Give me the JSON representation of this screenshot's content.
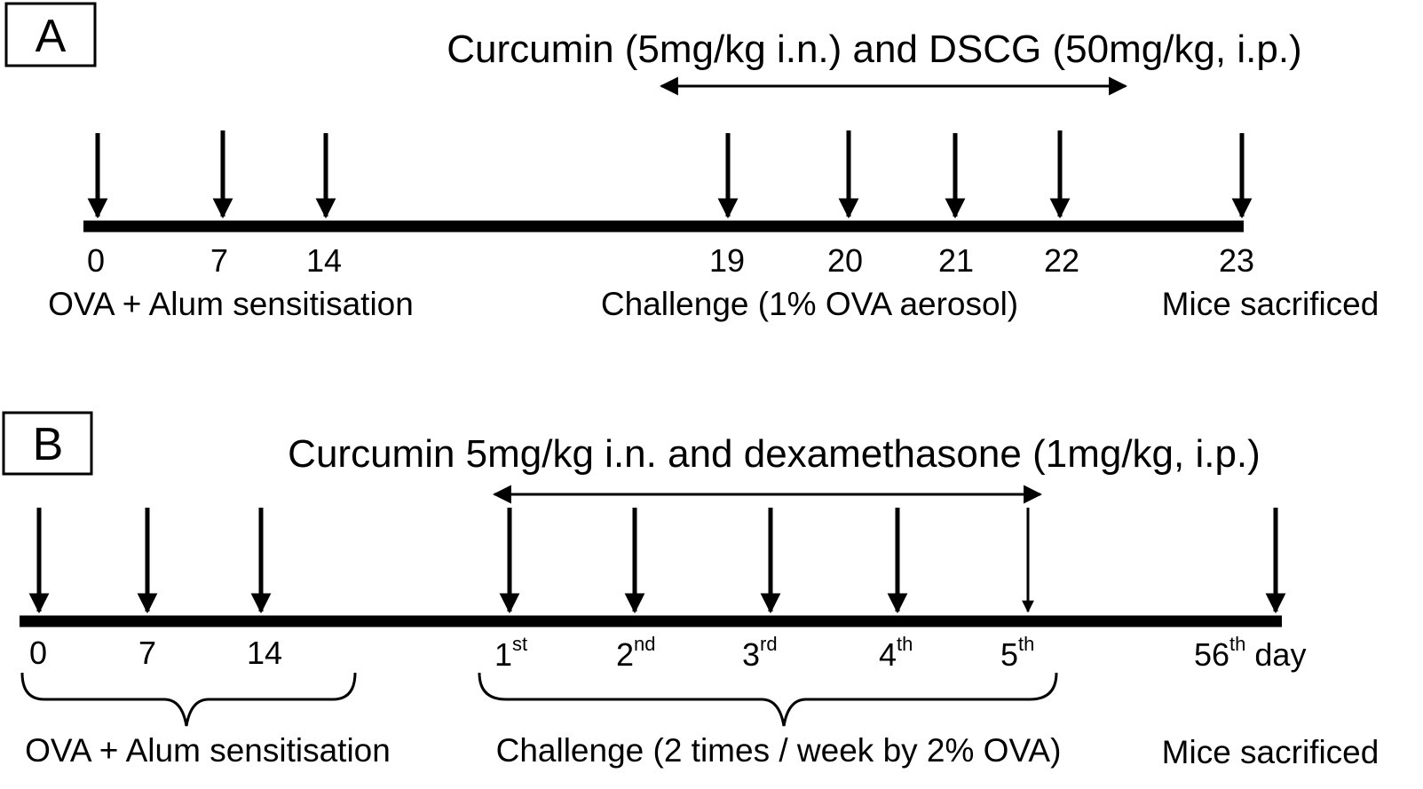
{
  "panel_a": {
    "label": "A",
    "treatment": "Curcumin (5mg/kg i.n.) and DSCG (50mg/kg, i.p.)",
    "ticks": [
      "0",
      "7",
      "14",
      "19",
      "20",
      "21",
      "22",
      "23"
    ],
    "sensitisation": "OVA + Alum sensitisation",
    "challenge": "Challenge (1% OVA aerosol)",
    "sacrifice": "Mice sacrificed"
  },
  "panel_b": {
    "label": "B",
    "treatment": "Curcumin 5mg/kg i.n. and dexamethasone (1mg/kg, i.p.)",
    "ticks": [
      "0",
      "7",
      "14"
    ],
    "challenges": [
      {
        "num": "1",
        "sup": "st"
      },
      {
        "num": "2",
        "sup": "nd"
      },
      {
        "num": "3",
        "sup": "rd"
      },
      {
        "num": "4",
        "sup": "th"
      },
      {
        "num": "5",
        "sup": "th"
      }
    ],
    "final": {
      "num": "56",
      "sup": "th",
      "suffix": " day"
    },
    "sensitisation": "OVA + Alum sensitisation",
    "challenge": "Challenge (2 times / week by 2% OVA)",
    "sacrifice": "Mice sacrificed"
  }
}
